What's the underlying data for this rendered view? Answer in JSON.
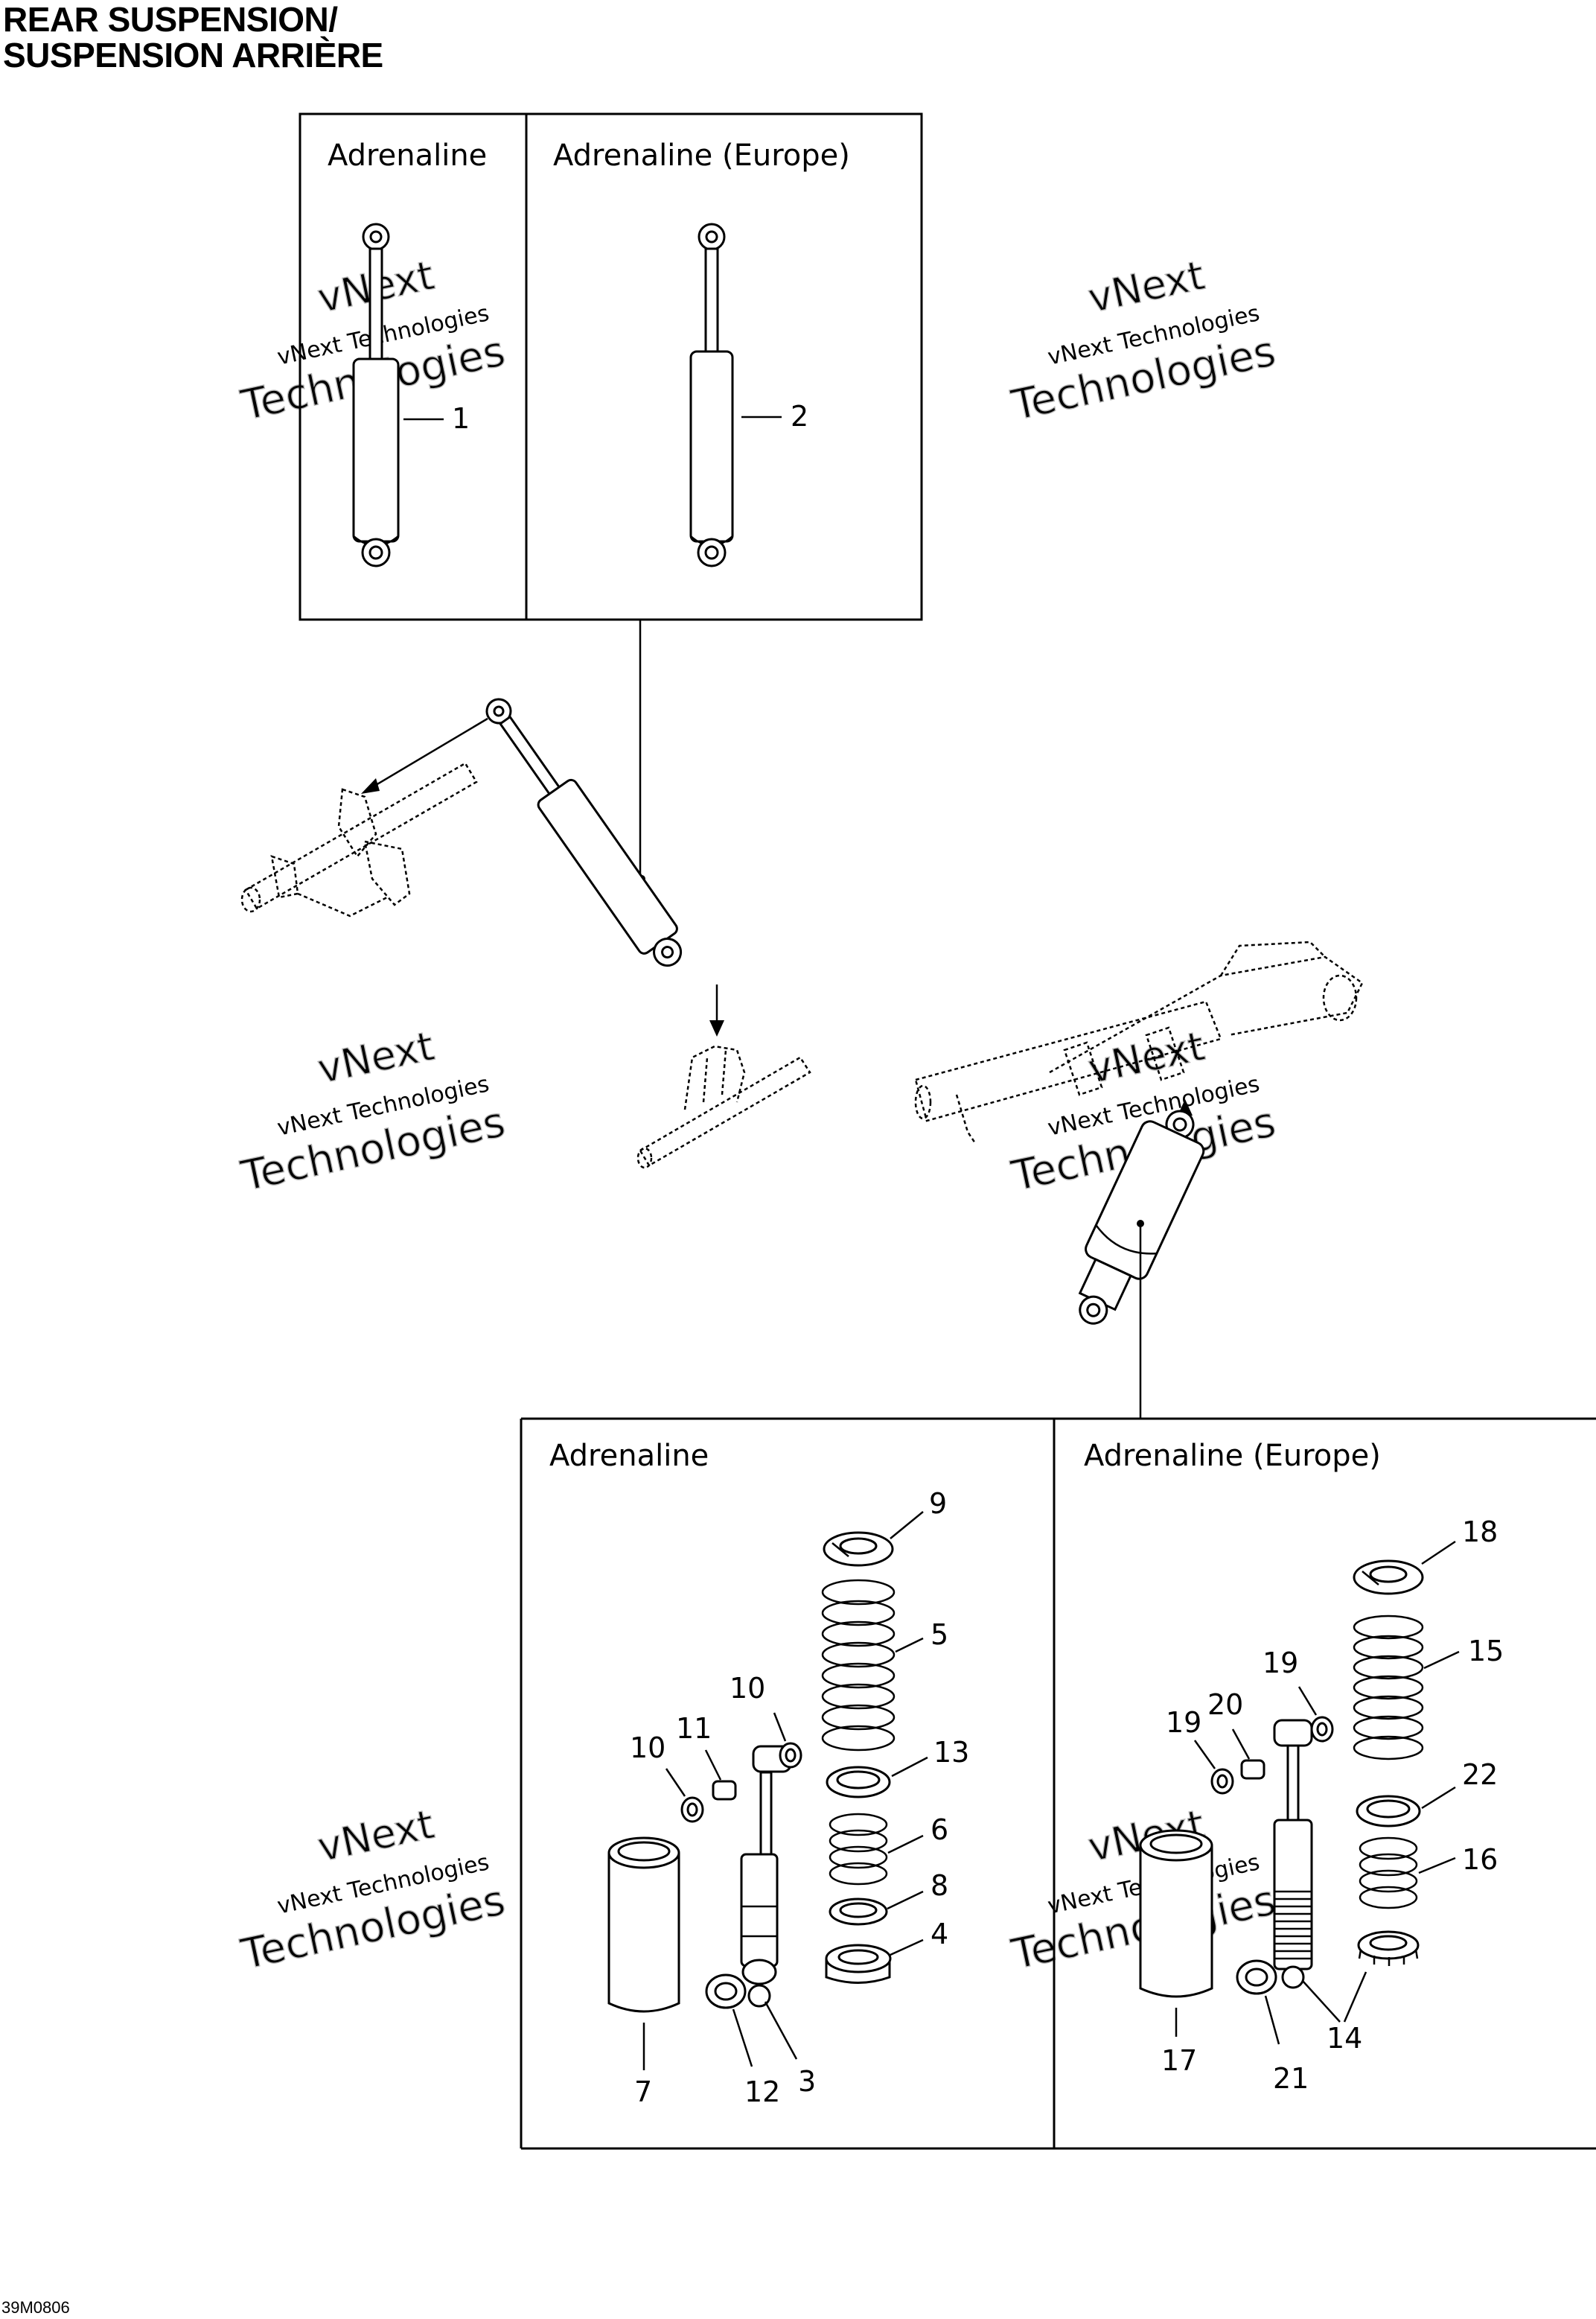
{
  "header": {
    "title_line1": "REAR SUSPENSION/",
    "title_line2": "SUSPENSION ARRIÈRE"
  },
  "drawing_code": "39M0806",
  "panels": {
    "top_left_label": "Adrenaline",
    "top_right_label": "Adrenaline (Europe)",
    "bottom_left_label": "Adrenaline",
    "bottom_right_label": "Adrenaline (Europe)"
  },
  "callouts": {
    "c1": "1",
    "c2": "2",
    "c3": "3",
    "c4": "4",
    "c5": "5",
    "c6": "6",
    "c7": "7",
    "c8": "8",
    "c9": "9",
    "c10a": "10",
    "c10b": "10",
    "c11": "11",
    "c12": "12",
    "c13": "13",
    "c14": "14",
    "c15": "15",
    "c16": "16",
    "c17": "17",
    "c18": "18",
    "c19a": "19",
    "c19b": "19",
    "c20": "20",
    "c21": "21",
    "c22": "22"
  },
  "watermark": {
    "line_small": "vNext Technologies",
    "line_big1": "vNext",
    "line_big2": "Technologies"
  },
  "icons": {
    "shock": "shock-absorber-icon",
    "spring": "coil-spring-icon",
    "frame": "suspension-frame-icon"
  }
}
